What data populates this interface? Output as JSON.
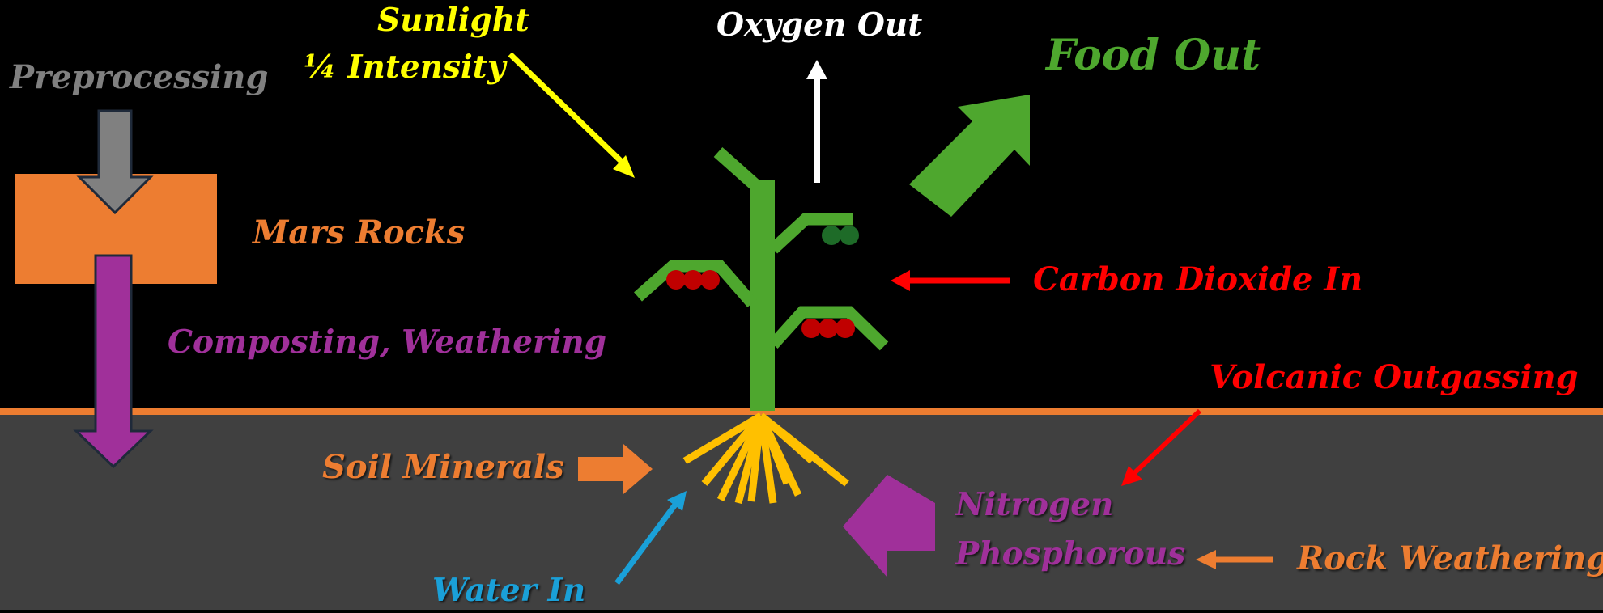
{
  "colors": {
    "background": "#000000",
    "ground": "#404040",
    "ground_line": "#ed7d31",
    "stem": "#4ea72e",
    "fruit_red": "#c00000",
    "fruit_green": "#1e6b28",
    "roots": "#ffc000",
    "preprocessing": "#808080",
    "mars_rocks": "#ed7d31",
    "composting": "#a0309a",
    "sunlight": "#ffff00",
    "oxygen": "#ffffff",
    "food": "#4ea72e",
    "carbon_dioxide": "#ff0000",
    "volcanic": "#ff0000",
    "soil_minerals": "#ed7d31",
    "water": "#1aa0d8",
    "nutrients": "#a0309a",
    "rock_weathering": "#ed7d31"
  },
  "labels": {
    "preprocessing": "Preprocessing",
    "mars_rocks": "Mars Rocks",
    "composting": "Composting, Weathering",
    "sunlight_line1": "Sunlight",
    "sunlight_line2": "¼ Intensity",
    "oxygen": "Oxygen Out",
    "food": "Food Out",
    "carbon_dioxide": "Carbon Dioxide In",
    "volcanic": "Volcanic Outgassing",
    "soil_minerals": "Soil Minerals",
    "water": "Water In",
    "nitrogen": "Nitrogen",
    "phosphorous": "Phosphorous",
    "rock_weathering": "Rock Weathering"
  }
}
